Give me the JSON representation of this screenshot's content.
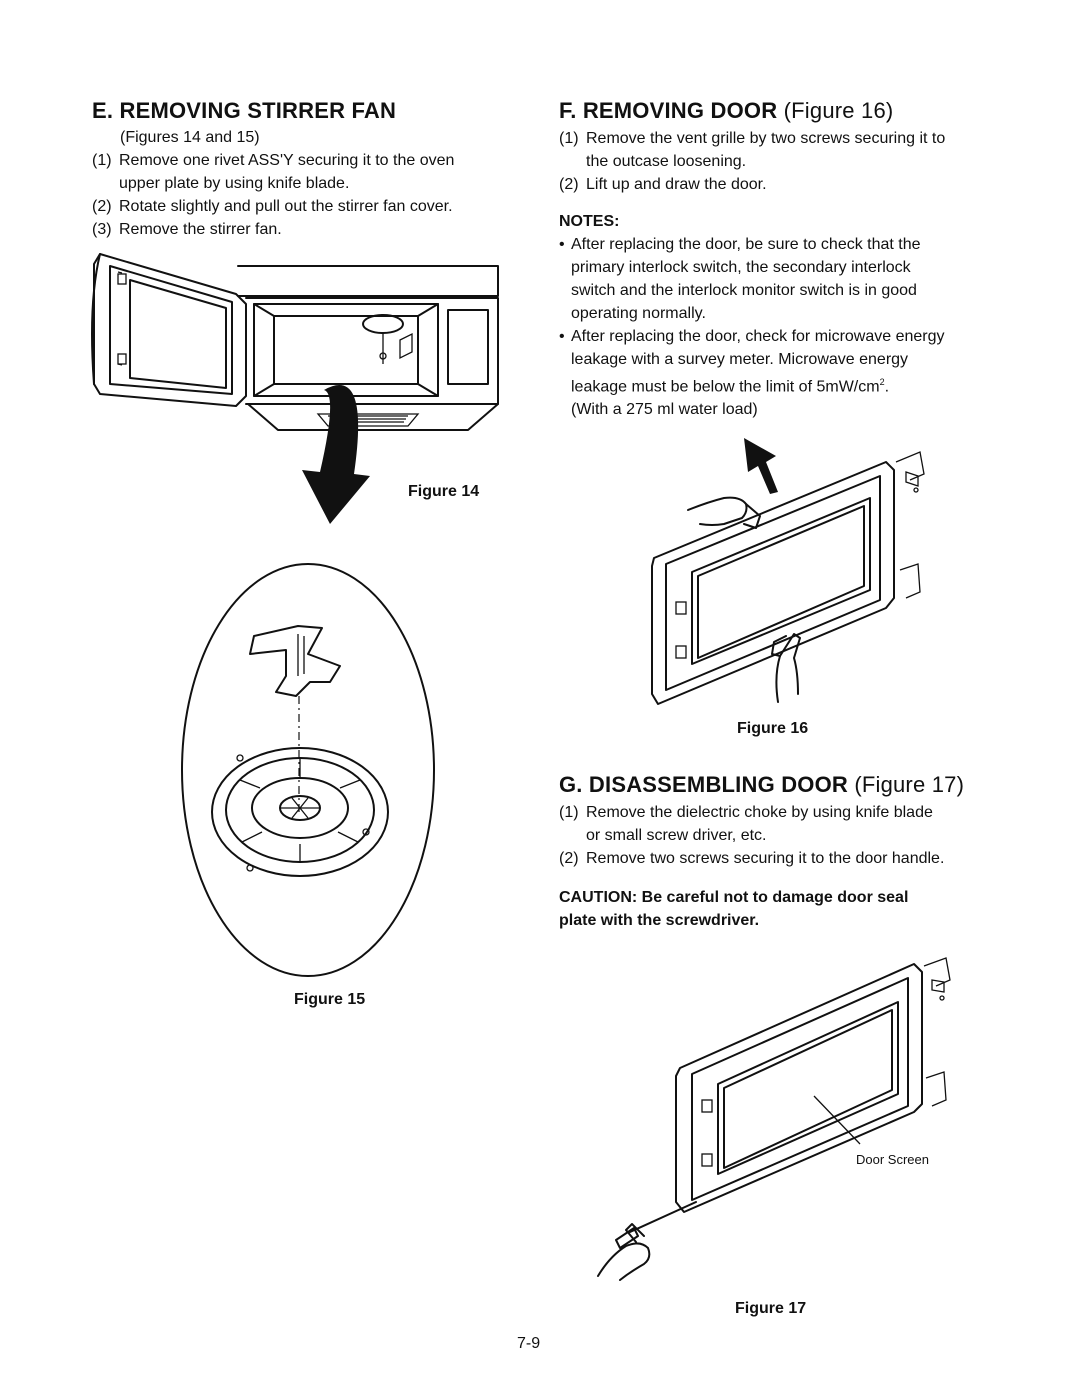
{
  "section_e": {
    "title": "E. REMOVING STIRRER FAN",
    "subtitle": "(Figures 14 and 15)",
    "steps": [
      {
        "num": "(1)",
        "line1": "Remove one rivet ASS'Y securing it to the oven",
        "line2": "upper plate by using knife blade."
      },
      {
        "num": "(2)",
        "line1": "Rotate slightly and pull out the stirrer fan cover."
      },
      {
        "num": "(3)",
        "line1": "Remove the stirrer fan."
      }
    ]
  },
  "section_f": {
    "title_prefix": "F. REMOVING DOOR",
    "title_suffix": "(Figure 16)",
    "steps": [
      {
        "num": "(1)",
        "line1": "Remove the vent grille by two screws securing it to",
        "line2": "the outcase loosening."
      },
      {
        "num": "(2)",
        "line1": "Lift up and draw the door."
      }
    ],
    "notes_label": "NOTES:",
    "notes": [
      {
        "line1": "After replacing the door, be sure to check that the",
        "line2": "primary interlock switch, the secondary interlock",
        "line3": "switch and the interlock monitor switch is in good",
        "line4": "operating normally."
      },
      {
        "line1": "After replacing the door, check for microwave energy",
        "line2": "leakage with a survey meter. Microwave energy",
        "line3": "leakage must be below the limit of 5mW/cm",
        "sup": "2",
        "line3_end": ".",
        "line4": "(With a 275 ml water load)"
      }
    ]
  },
  "section_g": {
    "title_prefix": "G. DISASSEMBLING DOOR",
    "title_suffix": "(Figure 17)",
    "steps": [
      {
        "num": "(1)",
        "line1": "Remove the dielectric choke by using knife blade",
        "line2": "or small screw driver, etc."
      },
      {
        "num": "(2)",
        "line1": "Remove two screws securing it to the door handle."
      }
    ],
    "caution_line1": "CAUTION: Be careful not to damage door seal",
    "caution_line2": "plate with the screwdriver."
  },
  "figures": {
    "fig14": "Figure 14",
    "fig15": "Figure 15",
    "fig16": "Figure 16",
    "fig17": "Figure 17",
    "door_screen_label": "Door Screen"
  },
  "page_number": "7-9"
}
